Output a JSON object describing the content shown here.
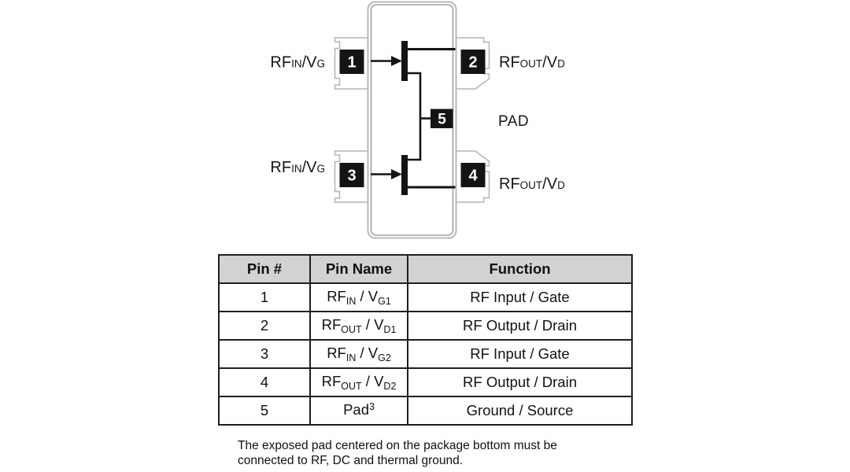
{
  "diagram": {
    "pin_numbers": {
      "p1": "1",
      "p2": "2",
      "p3": "3",
      "p4": "4",
      "p5": "5"
    },
    "labels": {
      "rfin_vg": {
        "rf": "RF",
        "in": "IN",
        "slashv": "/V",
        "g": "G"
      },
      "rfout_vd": {
        "rf": "RF",
        "out": "OUT",
        "slashv": "/V",
        "d": "D"
      },
      "pad": "PAD"
    }
  },
  "table": {
    "headers": [
      "Pin #",
      "Pin Name",
      "Function"
    ],
    "rows": [
      {
        "pin": "1",
        "name": {
          "pre": "RF",
          "sub1": "IN",
          "mid": " / V",
          "sub2": "G1",
          "sup": ""
        },
        "function": "RF Input / Gate"
      },
      {
        "pin": "2",
        "name": {
          "pre": "RF",
          "sub1": "OUT",
          "mid": " / V",
          "sub2": "D1",
          "sup": ""
        },
        "function": "RF Output / Drain"
      },
      {
        "pin": "3",
        "name": {
          "pre": "RF",
          "sub1": "IN",
          "mid": " / V",
          "sub2": "G2",
          "sup": ""
        },
        "function": "RF Input / Gate"
      },
      {
        "pin": "4",
        "name": {
          "pre": "RF",
          "sub1": "OUT",
          "mid": " / V",
          "sub2": "D2",
          "sup": ""
        },
        "function": "RF Output / Drain"
      },
      {
        "pin": "5",
        "name": {
          "pre": "Pad",
          "sub1": "",
          "mid": "",
          "sub2": "",
          "sup": "3"
        },
        "function": "Ground / Source"
      }
    ]
  },
  "footnote": {
    "line1": "The exposed pad centered on the package bottom must be",
    "line2": "connected to RF, DC and thermal ground."
  },
  "colors": {
    "pin_square": "#141414",
    "circuit_line": "#141414",
    "package_outer_stroke": "#b8b8b8",
    "package_inner_stroke": "#8f8f8f",
    "lead_pad_stroke": "#b3b3b3",
    "table_header_bg": "#d2d2d2",
    "table_border": "#1f1f1f",
    "text": "#111111"
  }
}
